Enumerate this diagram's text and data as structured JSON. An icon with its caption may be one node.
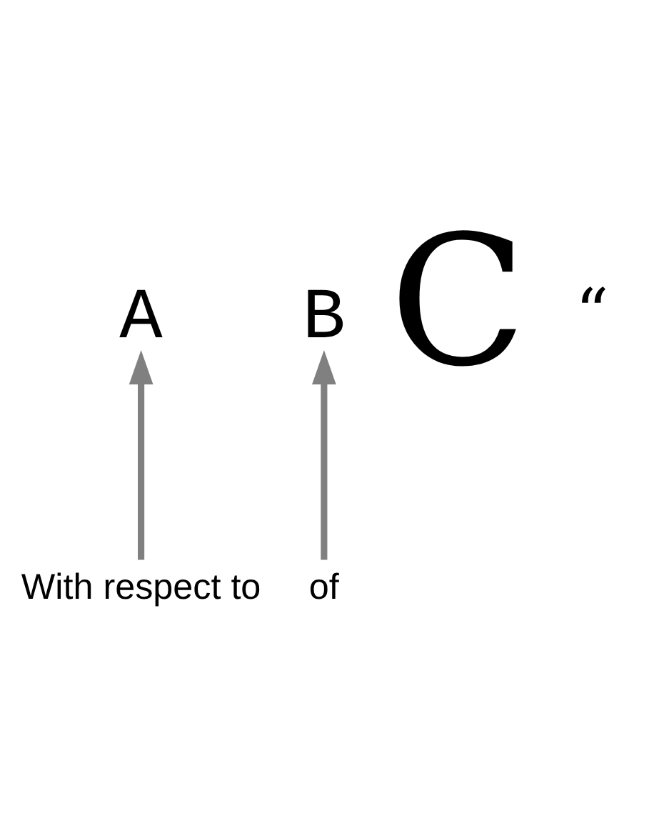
{
  "diagram": {
    "nodes": [
      {
        "text": [
          "A"
        ]
      },
      {
        "text": [
          "B"
        ]
      },
      {
        "text": [
          "With respect to"
        ]
      },
      {
        "text": [
          "of"
        ]
      }
    ],
    "edges": [
      {
        "from": 2,
        "to": 0,
        "arrow": "to"
      },
      {
        "from": 3,
        "to": 1,
        "arrow": "to"
      }
    ],
    "labels": [
      "C",
      "“"
    ]
  }
}
